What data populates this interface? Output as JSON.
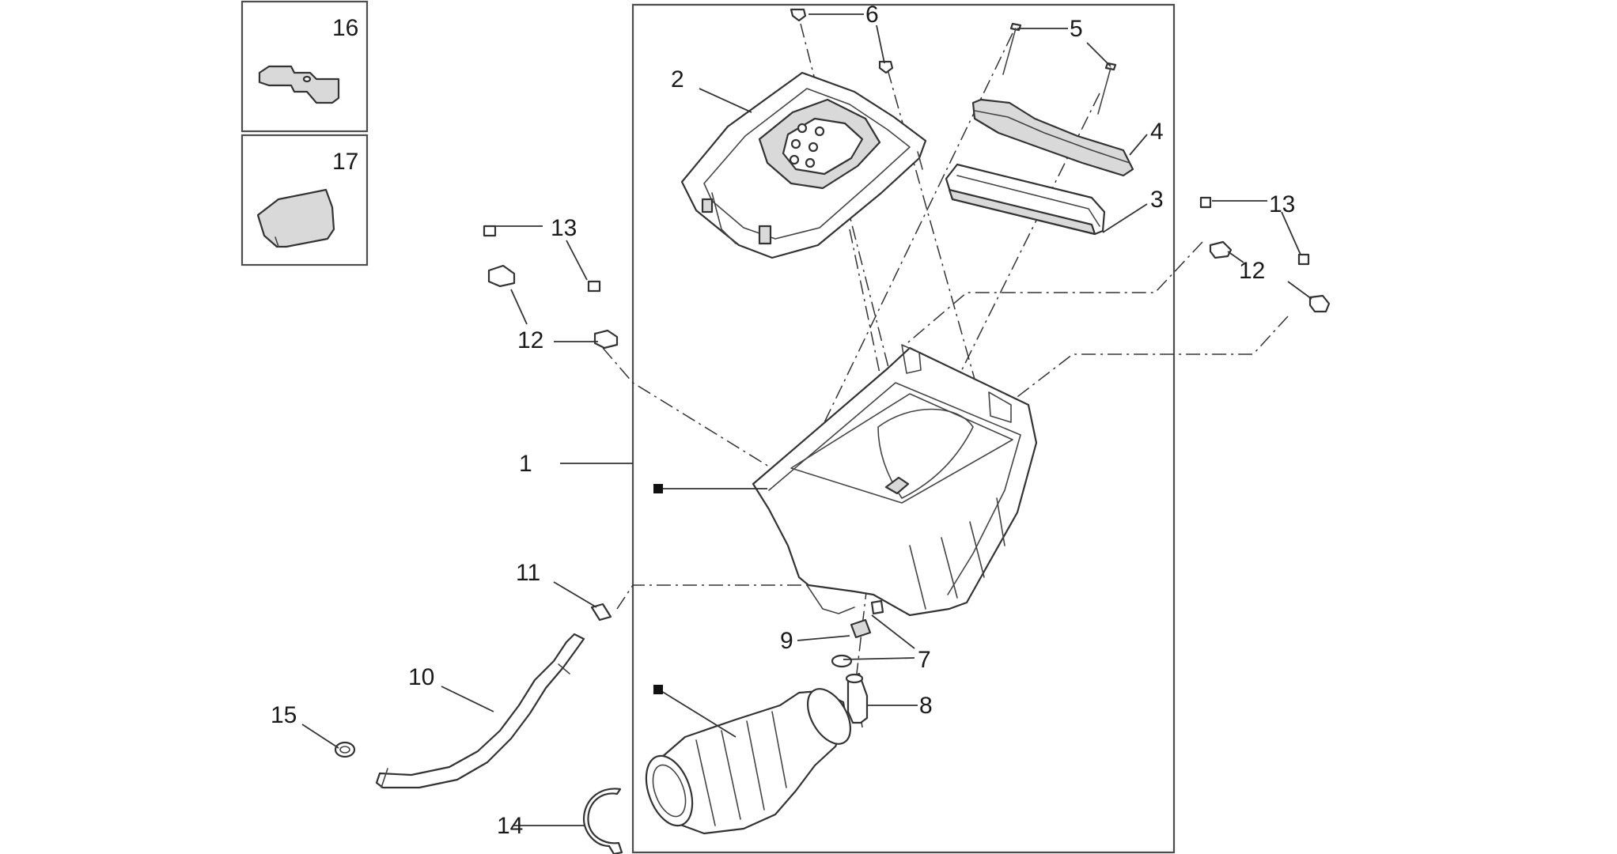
{
  "callouts": {
    "p1": "1",
    "p2": "2",
    "p3": "3",
    "p4": "4",
    "p5": "5",
    "p6": "6",
    "p7": "7",
    "p8": "8",
    "p9": "9",
    "p10": "10",
    "p11": "11",
    "p12a": "12",
    "p12b": "12",
    "p13a": "13",
    "p13b": "13",
    "p14": "14",
    "p15": "15",
    "p16": "16",
    "p17": "17"
  },
  "colors": {
    "line": "#333333",
    "fill_light": "#d9d9d9",
    "marker": "#111111"
  }
}
